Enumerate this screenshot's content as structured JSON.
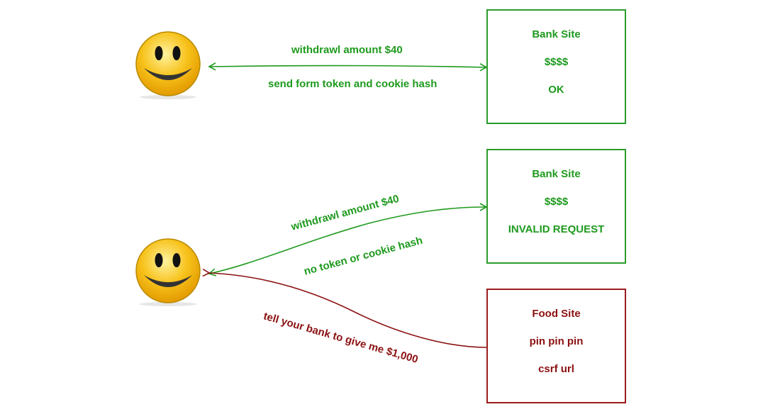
{
  "boxes": {
    "bank_ok": {
      "title": "Bank Site",
      "line2": "$$$$",
      "line3": "OK"
    },
    "bank_invalid": {
      "title": "Bank Site",
      "line2": "$$$$",
      "line3": "INVALID REQUEST"
    },
    "food": {
      "title": "Food Site",
      "line2": "pin pin pin",
      "line3": "csrf url"
    }
  },
  "connectors": {
    "top": {
      "label1": "withdrawl amount $40",
      "label2": "send form token and cookie hash"
    },
    "middle": {
      "label1": "withdrawl amount $40",
      "label2": "no token or cookie hash"
    },
    "bottom": {
      "label1": "tell your bank to give me $1,000"
    }
  },
  "colors": {
    "green": "#1e9a1e",
    "red": "#8b1010",
    "smiley_face": "#f7c21b"
  },
  "icons": {
    "user": "smiley-face-icon"
  }
}
